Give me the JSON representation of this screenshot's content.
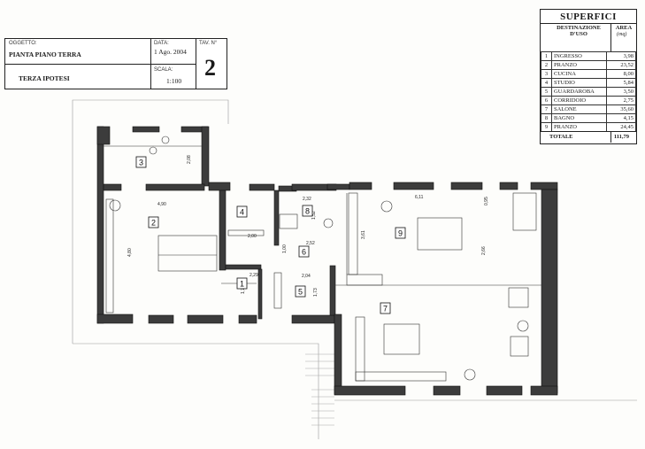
{
  "title_block": {
    "oggetto_label": "OGGETTO:",
    "oggetto_value": "PIANTA PIANO TERRA",
    "data_label": "DATA:",
    "data_value": "1 Ago. 2004",
    "tav_label": "TAV. N°",
    "tav_value": "2",
    "subtitle": "TERZA IPOTESI",
    "scala_label": "SCALA:",
    "scala_value": "1:100"
  },
  "superfici": {
    "title": "SUPERFICI",
    "col_dest": "DESTINAZIONE D'USO",
    "col_area": "AREA",
    "unit": "(mq)",
    "rows": [
      {
        "n": "1",
        "name": "INGRESSO",
        "area": "3,98"
      },
      {
        "n": "2",
        "name": "PRANZO",
        "area": "23,52"
      },
      {
        "n": "3",
        "name": "CUCINA",
        "area": "8,00"
      },
      {
        "n": "4",
        "name": "STUDIO",
        "area": "5,84"
      },
      {
        "n": "5",
        "name": "GUARDAROBA",
        "area": "3,50"
      },
      {
        "n": "6",
        "name": "CORRIDOIO",
        "area": "2,75"
      },
      {
        "n": "7",
        "name": "SALONE",
        "area": "35,60"
      },
      {
        "n": "8",
        "name": "BAGNO",
        "area": "4,15"
      },
      {
        "n": "9",
        "name": "PRANZO",
        "area": "24,45"
      }
    ],
    "total_label": "TOTALE",
    "total_value": "111,79"
  },
  "room_labels": [
    "1",
    "2",
    "3",
    "4",
    "5",
    "6",
    "7",
    "8",
    "9"
  ],
  "dimensions": {
    "d490": "4,90",
    "d480": "4,80",
    "d208": "2,08",
    "d229": "2,29",
    "d173a": "1,73",
    "d200": "2,00",
    "d232": "2,32",
    "d152": "1,52",
    "d252": "2,52",
    "d100": "1,00",
    "d204": "2,04",
    "d173b": "1,73",
    "d611": "6,11",
    "d095": "0,95",
    "d361": "3,61",
    "d266": "2,66"
  }
}
